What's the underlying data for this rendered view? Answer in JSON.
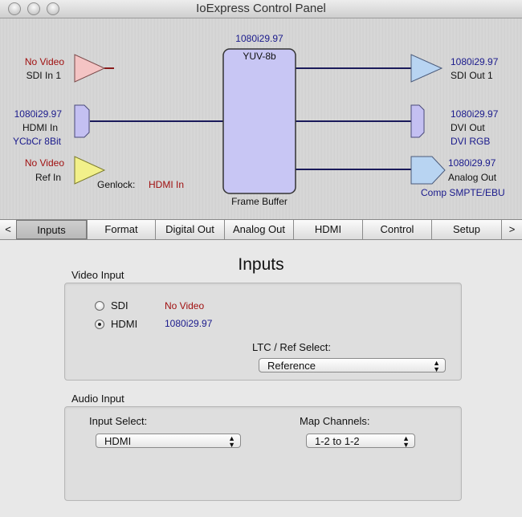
{
  "window": {
    "title": "IoExpress Control Panel"
  },
  "diagram": {
    "sdi_in": {
      "status": "No Video",
      "label": "SDI In 1"
    },
    "hdmi_in": {
      "format": "1080i29.97",
      "label": "HDMI In",
      "sub": "YCbCr 8Bit"
    },
    "ref_in": {
      "status": "No Video",
      "label": "Ref In"
    },
    "genlock": {
      "label": "Genlock:",
      "value": "HDMI In"
    },
    "frame_buffer": {
      "format": "1080i29.97",
      "type": "YUV-8b",
      "label": "Frame Buffer"
    },
    "sdi_out": {
      "format": "1080i29.97",
      "label": "SDI Out 1"
    },
    "dvi_out": {
      "format": "1080i29.97",
      "label": "DVI Out",
      "sub": "DVI RGB"
    },
    "analog_out": {
      "format": "1080i29.97",
      "label": "Analog Out",
      "sub": "Comp SMPTE/EBU"
    }
  },
  "tabs": {
    "prev": "<",
    "next": ">",
    "items": [
      "Inputs",
      "Format",
      "Digital Out",
      "Analog Out",
      "HDMI",
      "Control",
      "Setup"
    ],
    "active": "Inputs"
  },
  "page": {
    "title": "Inputs"
  },
  "video_input": {
    "title": "Video Input",
    "sdi": {
      "label": "SDI",
      "status": "No Video",
      "selected": false
    },
    "hdmi": {
      "label": "HDMI",
      "status": "1080i29.97",
      "selected": true
    },
    "ltc_label": "LTC / Ref Select:",
    "ltc_value": "Reference"
  },
  "audio_input": {
    "title": "Audio Input",
    "input_select_label": "Input Select:",
    "input_select_value": "HDMI",
    "map_channels_label": "Map Channels:",
    "map_channels_value": "1-2 to 1-2"
  },
  "colors": {
    "red_status": "#a01010",
    "blue_status": "#1a1a8c"
  }
}
